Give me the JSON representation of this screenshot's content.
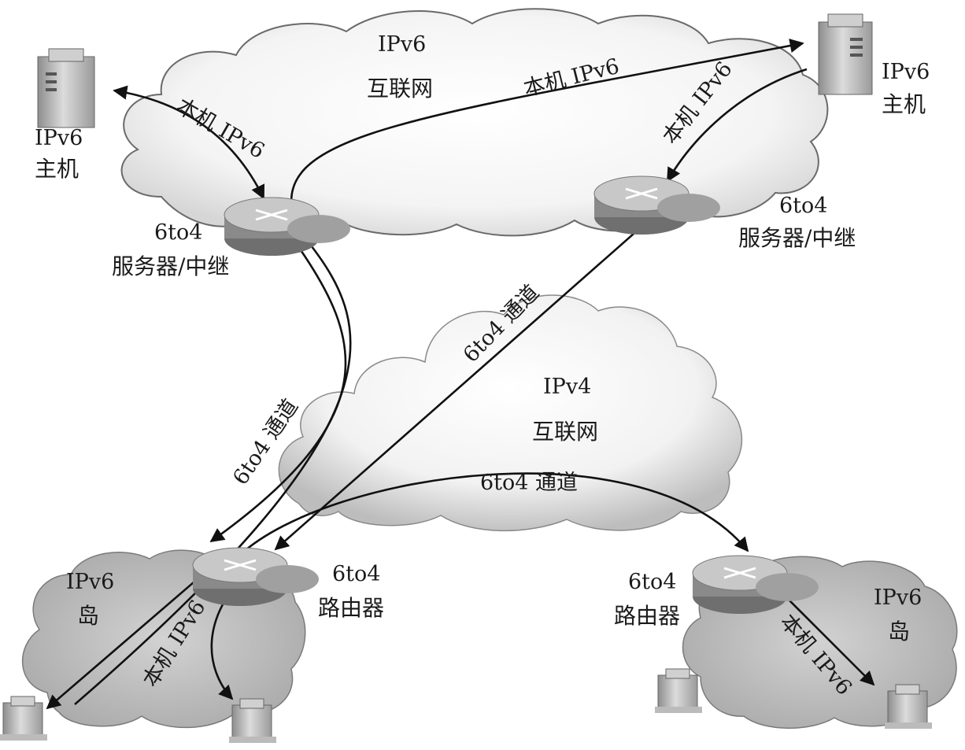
{
  "clouds": {
    "ipv6_internet": {
      "line1": "IPv6",
      "line2": "互联网"
    },
    "ipv4_internet": {
      "line1": "IPv4",
      "line2": "互联网"
    },
    "ipv6_island_left": {
      "line1": "IPv6",
      "line2": "岛"
    },
    "ipv6_island_right": {
      "line1": "IPv6",
      "line2": "岛"
    }
  },
  "hosts": {
    "top_left": {
      "line1": "IPv6",
      "line2": "主机"
    },
    "top_right": {
      "line1": "IPv6",
      "line2": "主机"
    }
  },
  "routers": {
    "relay_left": {
      "line1": "6to4",
      "line2": "服务器/中继"
    },
    "relay_right": {
      "line1": "6to4",
      "line2": "服务器/中继"
    },
    "router_left": {
      "line1": "6to4",
      "line2": "路由器"
    },
    "router_right": {
      "line1": "6to4",
      "line2": "路由器"
    }
  },
  "links": {
    "native_ipv6": "本机  IPv6",
    "tunnel": "6to4  通道"
  },
  "colors": {
    "line": "#111111",
    "cloud_stroke": "#555555",
    "router_top": "#c9c9c9",
    "router_side": "#7d7d7d"
  }
}
